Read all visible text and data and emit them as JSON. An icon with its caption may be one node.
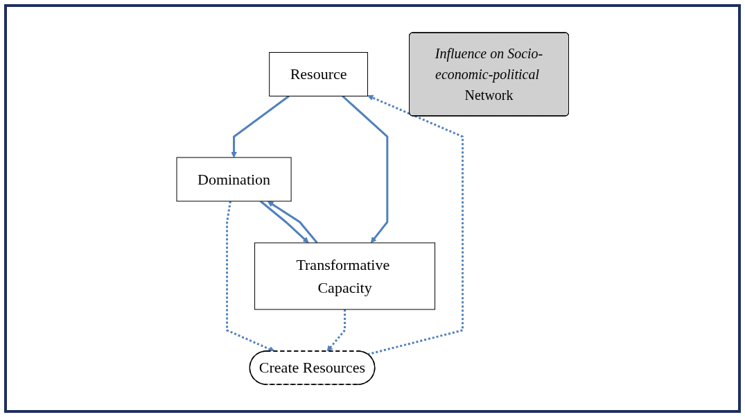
{
  "diagram": {
    "nodes": [
      {
        "text": [
          "Resource"
        ]
      },
      {
        "text": [
          "Create Resources"
        ]
      },
      {
        "text": [
          "*Influence on Socio-economic-political* Network"
        ]
      },
      {
        "text": [
          "Domination"
        ]
      },
      {
        "text": [
          "Transformative Capacity"
        ]
      }
    ],
    "edges": [
      {
        "from": 0,
        "to": 3,
        "arrow": "to"
      },
      {
        "from": 0,
        "to": 4,
        "arrow": "to"
      },
      {
        "from": 1,
        "to": 0,
        "arrow": "to",
        "style": "dashed"
      },
      {
        "from": 3,
        "to": 1,
        "arrow": "to",
        "style": "dashed"
      },
      {
        "from": 4,
        "to": 1,
        "arrow": "to",
        "style": "dashed"
      },
      {
        "from": 4,
        "to": 3,
        "arrow": "to"
      },
      {
        "from": 3,
        "to": 4,
        "arrow": "to"
      }
    ]
  }
}
